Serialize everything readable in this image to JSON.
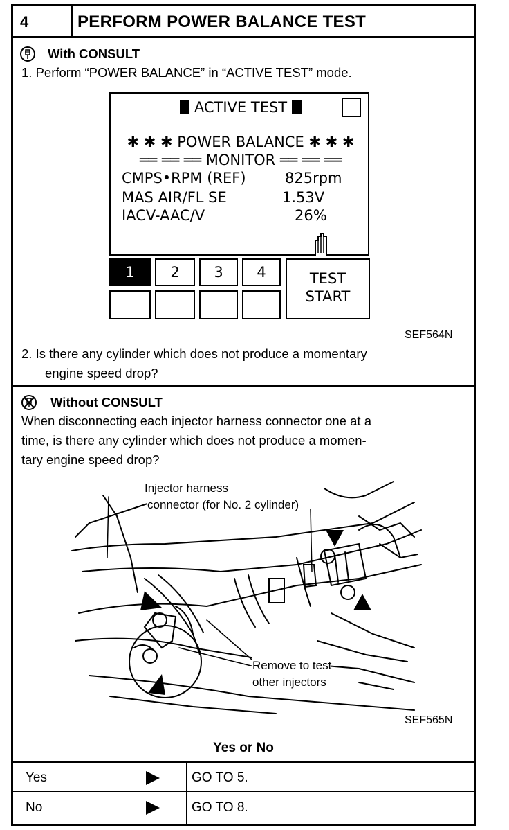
{
  "header": {
    "step": "4",
    "title": "PERFORM POWER BALANCE TEST"
  },
  "consult": {
    "heading": "With CONSULT",
    "step1": "1.  Perform “POWER BALANCE” in “ACTIVE TEST” mode.",
    "screen": {
      "title": "ACTIVE TEST",
      "line1": "✱ ✱ ✱ POWER BALANCE ✱ ✱ ✱",
      "line2": "══ ══ ══ MONITOR ══ ══ ══",
      "rows": [
        {
          "label": "CMPS•RPM (REF)",
          "value": "825rpm"
        },
        {
          "label": "MAS AIR/FL SE",
          "value": "1.53V"
        },
        {
          "label": "IACV-AAC/V",
          "value": "26%"
        }
      ]
    },
    "keys": [
      "1",
      "2",
      "3",
      "4"
    ],
    "test_start": [
      "TEST",
      "START"
    ],
    "figure_code": "SEF564N",
    "step2_line1": "2.  Is there any cylinder which does not produce a momentary",
    "step2_line2": "engine speed drop?"
  },
  "without": {
    "heading": "Without CONSULT",
    "para": [
      "When disconnecting each injector harness connector one at a",
      "time, is there any cylinder which does not produce a momen-",
      "tary engine speed drop?"
    ],
    "callout1": [
      "Injector harness",
      "connector (for No. 2 cylinder)"
    ],
    "callout2": [
      "Remove to test",
      "other injectors"
    ],
    "figure_code": "SEF565N"
  },
  "decision": {
    "heading": "Yes or No",
    "rows": [
      {
        "answer": "Yes",
        "action": "GO TO 5."
      },
      {
        "answer": "No",
        "action": "GO TO 8."
      }
    ]
  }
}
